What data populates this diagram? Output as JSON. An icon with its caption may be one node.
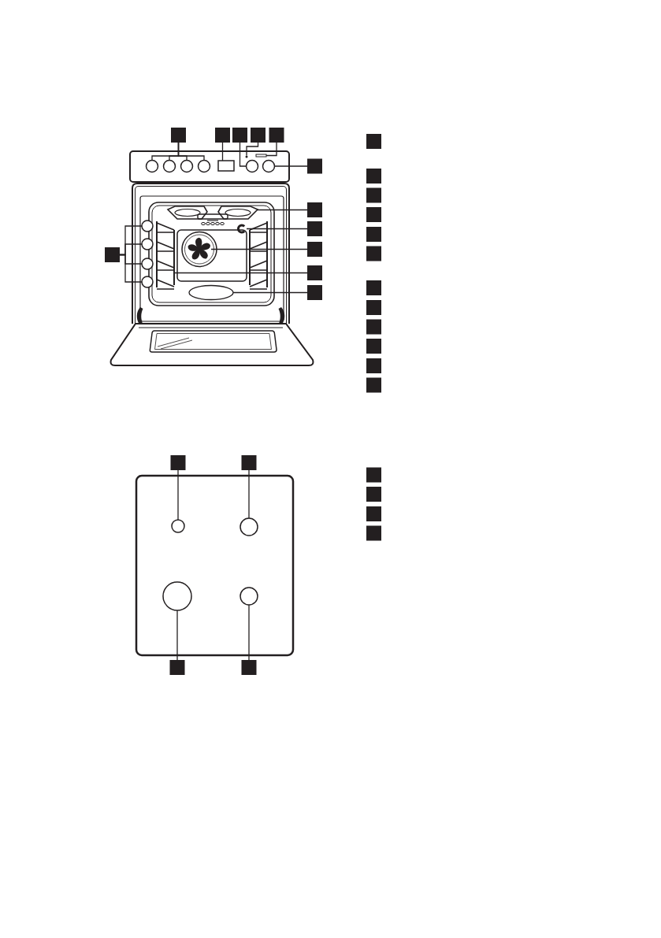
{
  "diagram": {
    "nodes": [
      {
        "text": [],
        "shape": "box"
      },
      {
        "text": [],
        "shape": "box"
      },
      {
        "text": [],
        "shape": "box"
      },
      {
        "text": [],
        "shape": "box"
      },
      {
        "text": [],
        "shape": "box"
      },
      {
        "text": [],
        "shape": "box"
      },
      {
        "text": [],
        "shape": "box"
      },
      {
        "text": [],
        "shape": "box"
      },
      {
        "text": [],
        "shape": "box"
      },
      {
        "text": [],
        "shape": "box"
      },
      {
        "text": [],
        "shape": "box"
      },
      {
        "text": [],
        "shape": "box"
      },
      {
        "text": [],
        "shape": "circle"
      },
      {
        "text": [],
        "shape": "circle"
      },
      {
        "text": [],
        "shape": "circle"
      },
      {
        "text": [],
        "shape": "circle"
      },
      {
        "text": [],
        "shape": "box"
      },
      {
        "text": [],
        "shape": "circle"
      },
      {
        "text": [],
        "shape": "circle"
      },
      {
        "text": [],
        "shape": "bar"
      },
      {
        "text": [],
        "shape": "circle"
      },
      {
        "text": [],
        "shape": "picture"
      },
      {
        "text": [],
        "shape": "picture"
      },
      {
        "text": [],
        "shape": "picture"
      },
      {
        "text": [],
        "shape": "picture"
      },
      {
        "text": [],
        "shape": "ellipse"
      },
      {
        "text": [],
        "shape": "circle"
      },
      {
        "text": [],
        "shape": "circle"
      },
      {
        "text": [],
        "shape": "circle"
      },
      {
        "text": [],
        "shape": "circle"
      },
      {
        "text": [],
        "shape": "box"
      },
      {
        "text": [],
        "shape": "box"
      },
      {
        "text": [],
        "shape": "box"
      },
      {
        "text": [],
        "shape": "box"
      },
      {
        "text": [],
        "shape": "box"
      },
      {
        "text": [],
        "shape": "box"
      },
      {
        "text": [],
        "shape": "box"
      },
      {
        "text": [],
        "shape": "box"
      },
      {
        "text": [],
        "shape": "box"
      },
      {
        "text": [],
        "shape": "box"
      },
      {
        "text": [],
        "shape": "box"
      },
      {
        "text": [],
        "shape": "box"
      },
      {
        "text": [],
        "shape": "box"
      },
      {
        "text": [],
        "shape": "box"
      },
      {
        "text": [],
        "shape": "box"
      },
      {
        "text": [],
        "shape": "box"
      },
      {
        "text": [],
        "shape": "circle"
      },
      {
        "text": [],
        "shape": "circle"
      },
      {
        "text": [],
        "shape": "circle"
      },
      {
        "text": [],
        "shape": "circle"
      },
      {
        "text": [],
        "shape": "box"
      },
      {
        "text": [],
        "shape": "box"
      },
      {
        "text": [],
        "shape": "box"
      },
      {
        "text": [],
        "shape": "box"
      }
    ],
    "edges": [
      {
        "from": 0,
        "to": 12,
        "arrow": "none"
      },
      {
        "from": 0,
        "to": 13,
        "arrow": "none"
      },
      {
        "from": 0,
        "to": 14,
        "arrow": "none"
      },
      {
        "from": 0,
        "to": 15,
        "arrow": "none"
      },
      {
        "from": 1,
        "to": 16,
        "arrow": "none"
      },
      {
        "from": 2,
        "to": 17,
        "arrow": "none"
      },
      {
        "from": 3,
        "to": 18,
        "arrow": "none"
      },
      {
        "from": 4,
        "to": 19,
        "arrow": "none"
      },
      {
        "from": 5,
        "to": 20,
        "arrow": "none"
      },
      {
        "from": 6,
        "to": 21,
        "arrow": "none"
      },
      {
        "from": 7,
        "to": 22,
        "arrow": "none"
      },
      {
        "from": 8,
        "to": 23,
        "arrow": "none"
      },
      {
        "from": 9,
        "to": 24,
        "arrow": "none"
      },
      {
        "from": 10,
        "to": 25,
        "arrow": "none"
      },
      {
        "from": 11,
        "to": 26,
        "arrow": "none"
      },
      {
        "from": 11,
        "to": 27,
        "arrow": "none"
      },
      {
        "from": 11,
        "to": 28,
        "arrow": "none"
      },
      {
        "from": 11,
        "to": 29,
        "arrow": "none"
      },
      {
        "from": 42,
        "to": 46,
        "arrow": "none"
      },
      {
        "from": 43,
        "to": 47,
        "arrow": "none"
      },
      {
        "from": 44,
        "to": 48,
        "arrow": "none"
      },
      {
        "from": 45,
        "to": 49,
        "arrow": "none"
      }
    ]
  }
}
